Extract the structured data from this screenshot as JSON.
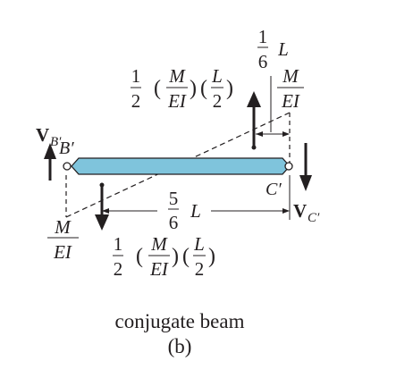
{
  "labels": {
    "half": {
      "num": "1",
      "den": "2"
    },
    "m_over_ei": {
      "num": "M",
      "den": "EI"
    },
    "l_over_2": {
      "num": "L",
      "den": "2"
    },
    "sixth": {
      "num": "1",
      "den": "6"
    },
    "five_sixths": {
      "num": "5",
      "den": "6"
    },
    "length_var": "L",
    "lparen": "(",
    "rparen": ")",
    "support_left": "B′",
    "support_right": "C′",
    "shear_left_main": "V",
    "shear_left_sub": "B′",
    "shear_right_main": "V",
    "shear_right_sub": "C′"
  },
  "caption": {
    "line1": "conjugate beam",
    "line2": "(b)"
  },
  "colors": {
    "beam_fill": "#7fc4dc",
    "ink": "#231f20"
  }
}
